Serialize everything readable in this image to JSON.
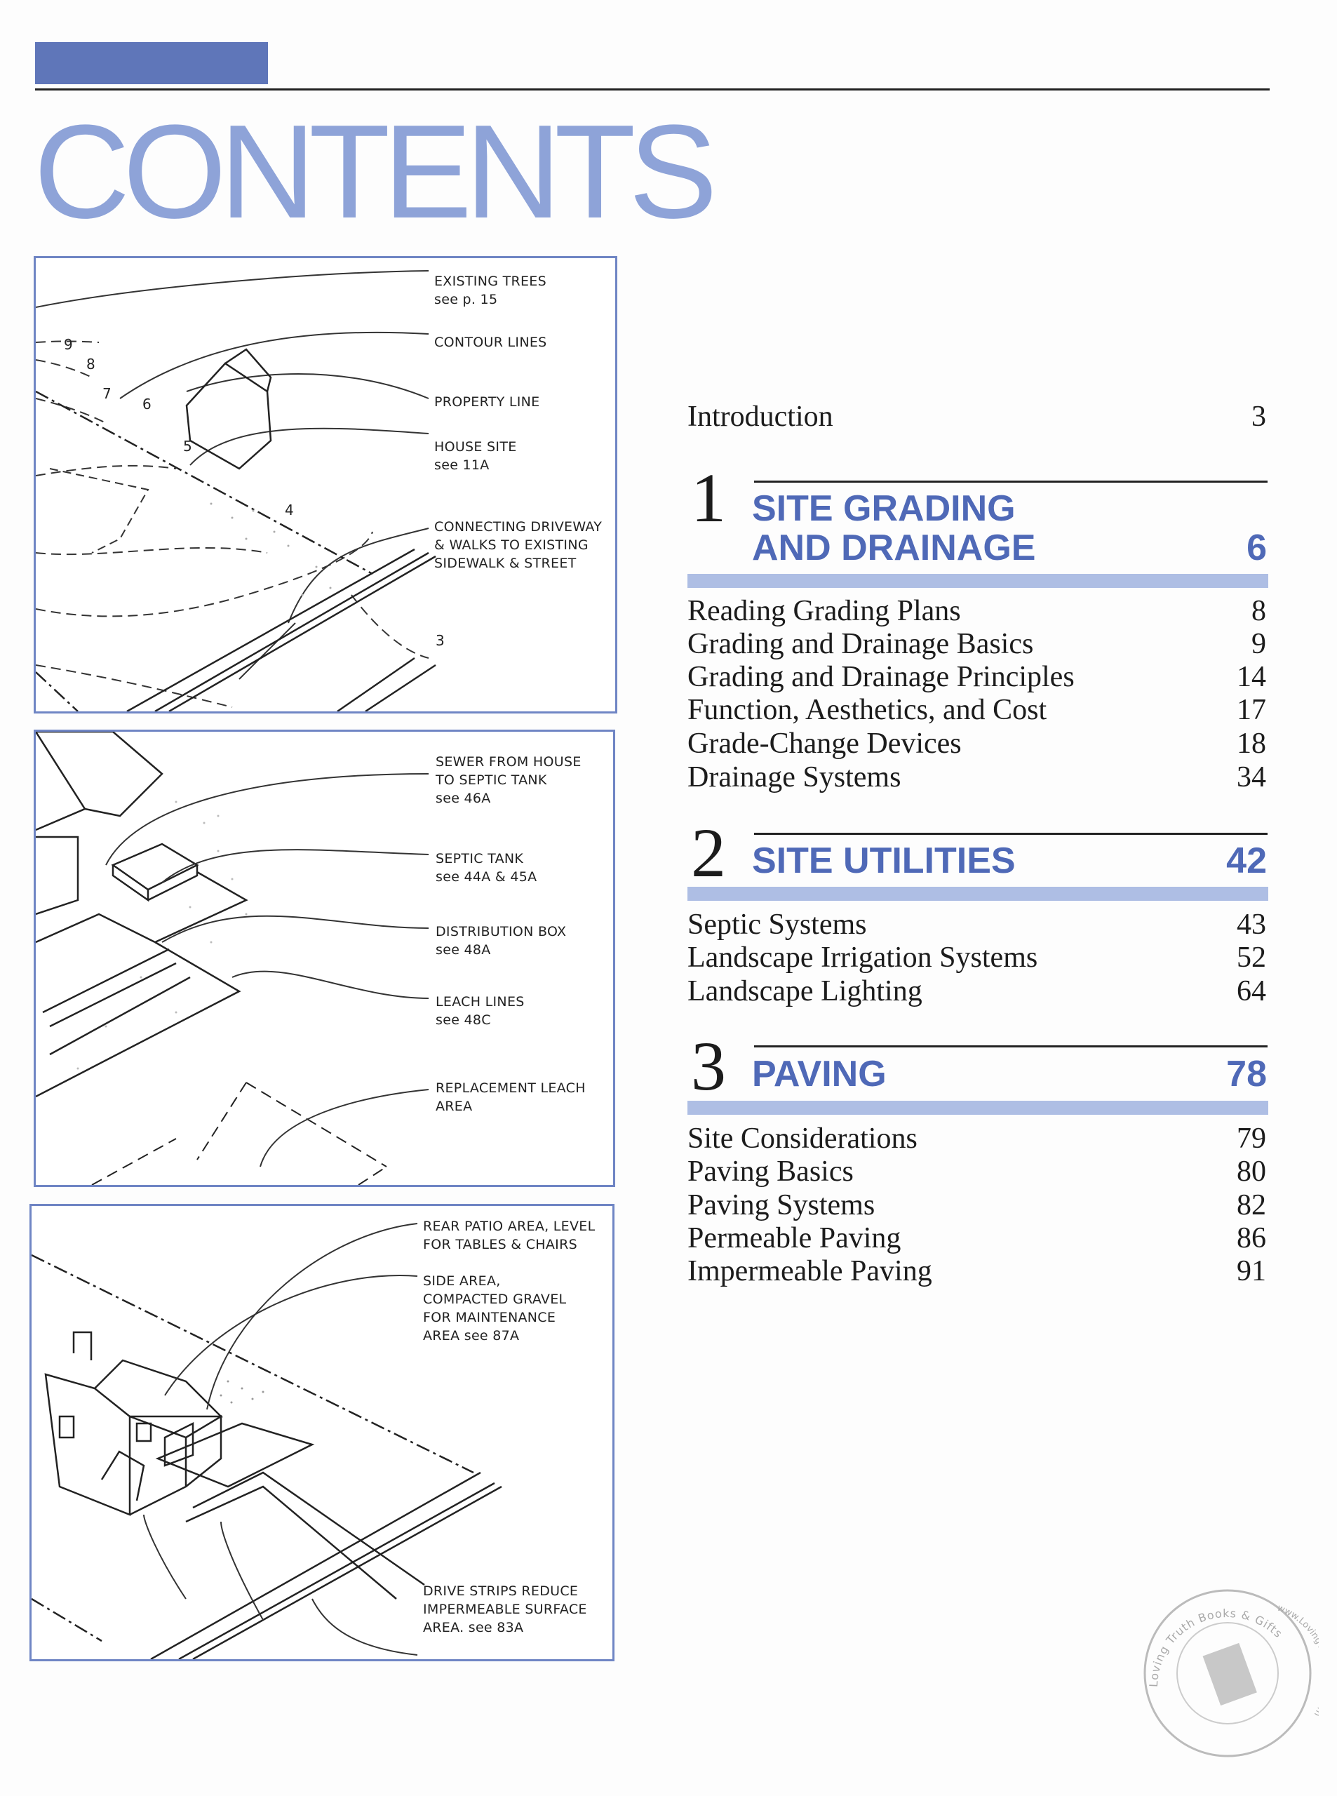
{
  "page": {
    "title": "CONTENTS"
  },
  "panels": [
    {
      "labels": [
        {
          "text": "EXISTING TREES\nsee p. 15"
        },
        {
          "text": "CONTOUR LINES"
        },
        {
          "text": "PROPERTY LINE"
        },
        {
          "text": "HOUSE SITE\nsee 11A"
        },
        {
          "text": "CONNECTING DRIVEWAY\n& WALKS TO EXISTING\nSIDEWALK & STREET"
        }
      ],
      "contours": [
        "9",
        "8",
        "7",
        "6",
        "5",
        "4",
        "3"
      ]
    },
    {
      "labels": [
        {
          "text": "SEWER FROM HOUSE\nTO SEPTIC TANK\nsee 46A"
        },
        {
          "text": "SEPTIC TANK\nsee 44A & 45A"
        },
        {
          "text": "DISTRIBUTION BOX\nsee 48A"
        },
        {
          "text": "LEACH LINES\nsee 48C"
        },
        {
          "text": "REPLACEMENT LEACH\nAREA"
        }
      ]
    },
    {
      "labels": [
        {
          "text": "REAR PATIO AREA, LEVEL\nFOR TABLES & CHAIRS"
        },
        {
          "text": "SIDE AREA,\nCOMPACTED GRAVEL\nFOR MAINTENANCE\nAREA  see 87A"
        },
        {
          "text": "DRIVE STRIPS REDUCE\nIMPERMEABLE SURFACE\nAREA.  see 83A"
        }
      ]
    }
  ],
  "toc": {
    "intro": {
      "label": "Introduction",
      "page": "3"
    },
    "sections": [
      {
        "number": "1",
        "title_lines": [
          "SITE GRADING",
          "AND DRAINAGE"
        ],
        "page": "6",
        "items": [
          {
            "label": "Reading Grading Plans",
            "page": "8"
          },
          {
            "label": "Grading and Drainage Basics",
            "page": "9"
          },
          {
            "label": "Grading and Drainage Principles",
            "page": "14"
          },
          {
            "label": "Function, Aesthetics, and Cost",
            "page": "17"
          },
          {
            "label": "Grade-Change Devices",
            "page": "18"
          },
          {
            "label": "Drainage Systems",
            "page": "34"
          }
        ]
      },
      {
        "number": "2",
        "title_lines": [
          "SITE UTILITIES"
        ],
        "page": "42",
        "items": [
          {
            "label": "Septic Systems",
            "page": "43"
          },
          {
            "label": "Landscape Irrigation Systems",
            "page": "52"
          },
          {
            "label": "Landscape Lighting",
            "page": "64"
          }
        ]
      },
      {
        "number": "3",
        "title_lines": [
          "PAVING"
        ],
        "page": "78",
        "items": [
          {
            "label": "Site Considerations",
            "page": "79"
          },
          {
            "label": "Paving Basics",
            "page": "80"
          },
          {
            "label": "Paving Systems",
            "page": "82"
          },
          {
            "label": "Permeable Paving",
            "page": "86"
          },
          {
            "label": "Impermeable Paving",
            "page": "91"
          }
        ]
      }
    ]
  },
  "stamp": {
    "text_top": "Loving Truth Books & Gifts",
    "text_side": "www.LovingTruthBooks.com"
  },
  "colors": {
    "accent": "#5f76b9",
    "title": "#8ea3d8",
    "section": "#4f69b7",
    "bar": "#aebee4"
  }
}
